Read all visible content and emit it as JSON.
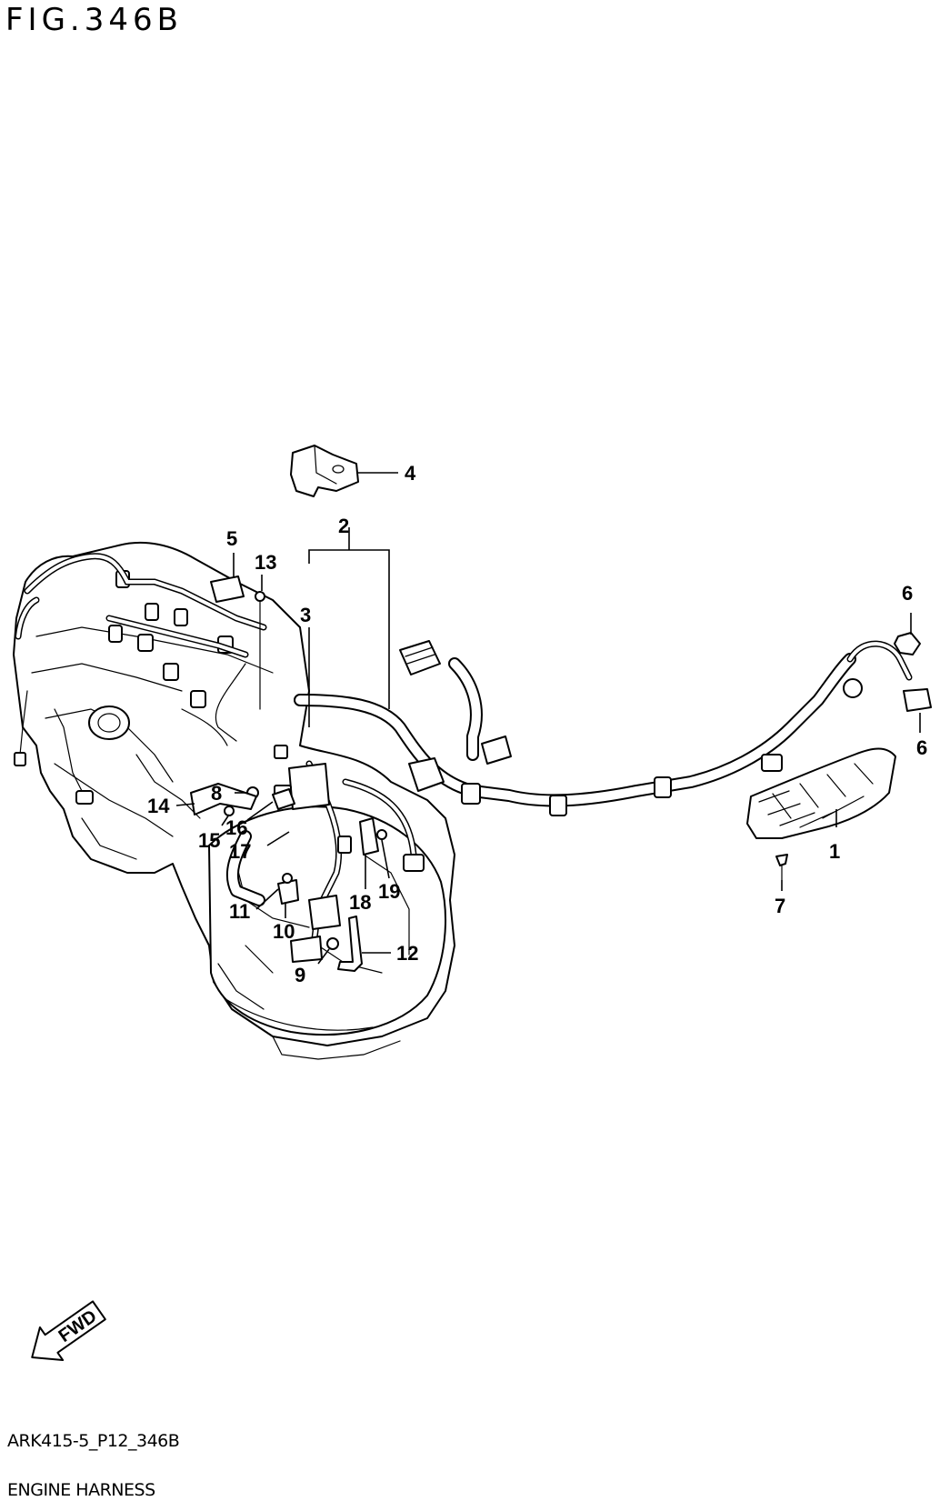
{
  "figure": {
    "title": "FIG.346B"
  },
  "footer": {
    "code": "ARK415-5_P12_346B",
    "name": "ENGINE HARNESS"
  },
  "fwd_badge": {
    "label": "FWD"
  },
  "callouts": [
    "1",
    "2",
    "3",
    "4",
    "5",
    "6",
    "6",
    "7",
    "8",
    "9",
    "10",
    "11",
    "12",
    "13",
    "14",
    "15",
    "16",
    "17",
    "18",
    "19"
  ]
}
